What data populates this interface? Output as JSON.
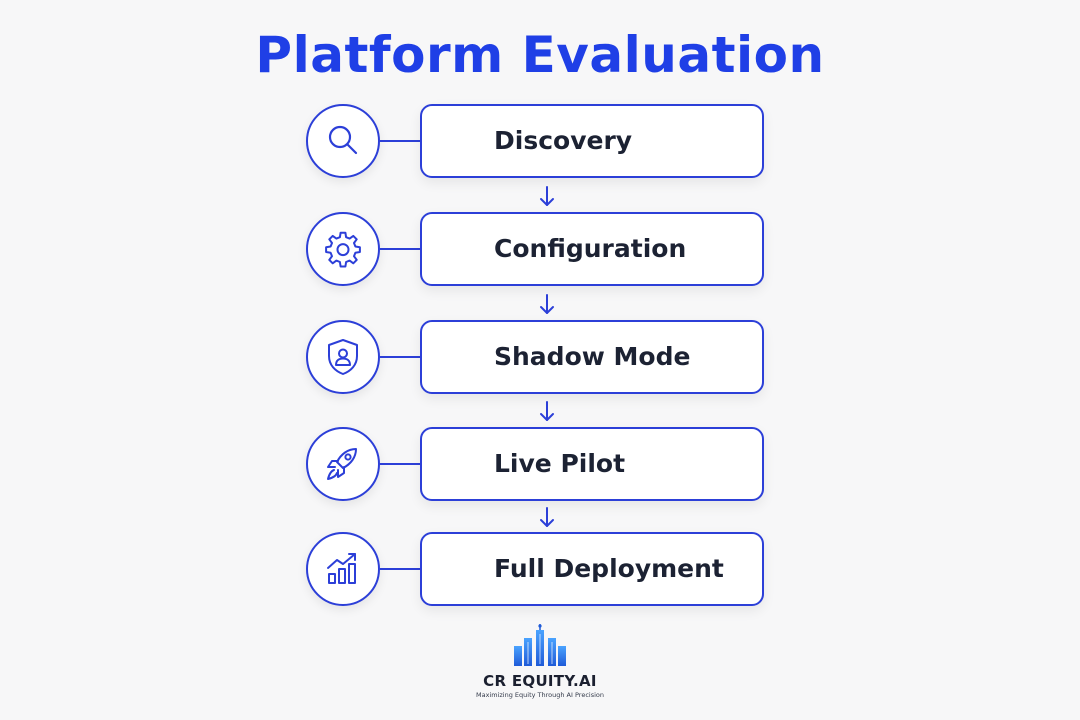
{
  "title": "Platform Evaluation",
  "steps": [
    {
      "label": "Discovery",
      "icon": "search-icon"
    },
    {
      "label": "Configuration",
      "icon": "gear-icon"
    },
    {
      "label": "Shadow Mode",
      "icon": "shield-user-icon"
    },
    {
      "label": "Live Pilot",
      "icon": "rocket-icon"
    },
    {
      "label": "Full Deployment",
      "icon": "growth-chart-icon"
    }
  ],
  "logo": {
    "name": "CR EQUITY.AI",
    "tagline": "Maximizing Equity Through AI Precision"
  },
  "colors": {
    "accent": "#1f3fe6",
    "stroke": "#2c3fd8",
    "text": "#1c2233",
    "background": "#f7f7f8"
  }
}
